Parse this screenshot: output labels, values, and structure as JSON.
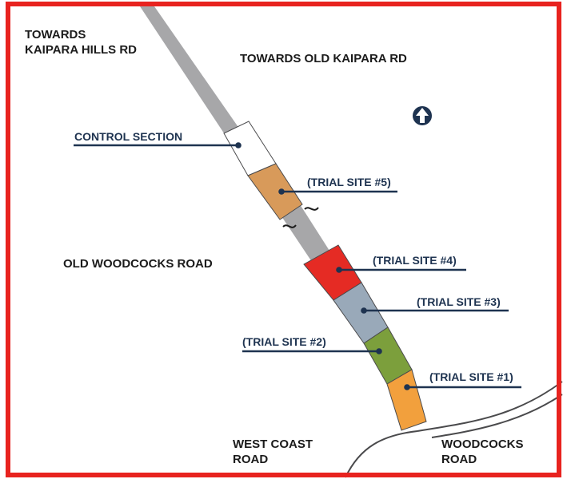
{
  "colors": {
    "frame": "#e8231f",
    "road": "#a7a7a9",
    "road_edge": "#4a4a4c",
    "callout": "#1e3350",
    "label": "#1b1b1b",
    "control_section": "#ffffff",
    "trial_site_5": "#d89a5a",
    "trial_site_4": "#e52b24",
    "trial_site_3": "#99a9b9",
    "trial_site_2": "#7c9f3c",
    "trial_site_1": "#f2a03d"
  },
  "roads": {
    "kaipara_hills": {
      "line1": "TOWARDS",
      "line2": "KAIPARA HILLS RD"
    },
    "old_kaipara": "TOWARDS OLD KAIPARA RD",
    "old_woodcocks": "OLD WOODCOCKS ROAD",
    "west_coast": {
      "line1": "WEST COAST",
      "line2": "ROAD"
    },
    "woodcocks": {
      "line1": "WOODCOCKS",
      "line2": "ROAD"
    }
  },
  "sections": {
    "control": "CONTROL SECTION",
    "site5": "(TRIAL SITE #5)",
    "site4": "(TRIAL SITE #4)",
    "site3": "(TRIAL SITE #3)",
    "site2": "(TRIAL SITE #2)",
    "site1": "(TRIAL SITE #1)"
  },
  "north_arrow": {
    "icon": "north-arrow-icon"
  }
}
